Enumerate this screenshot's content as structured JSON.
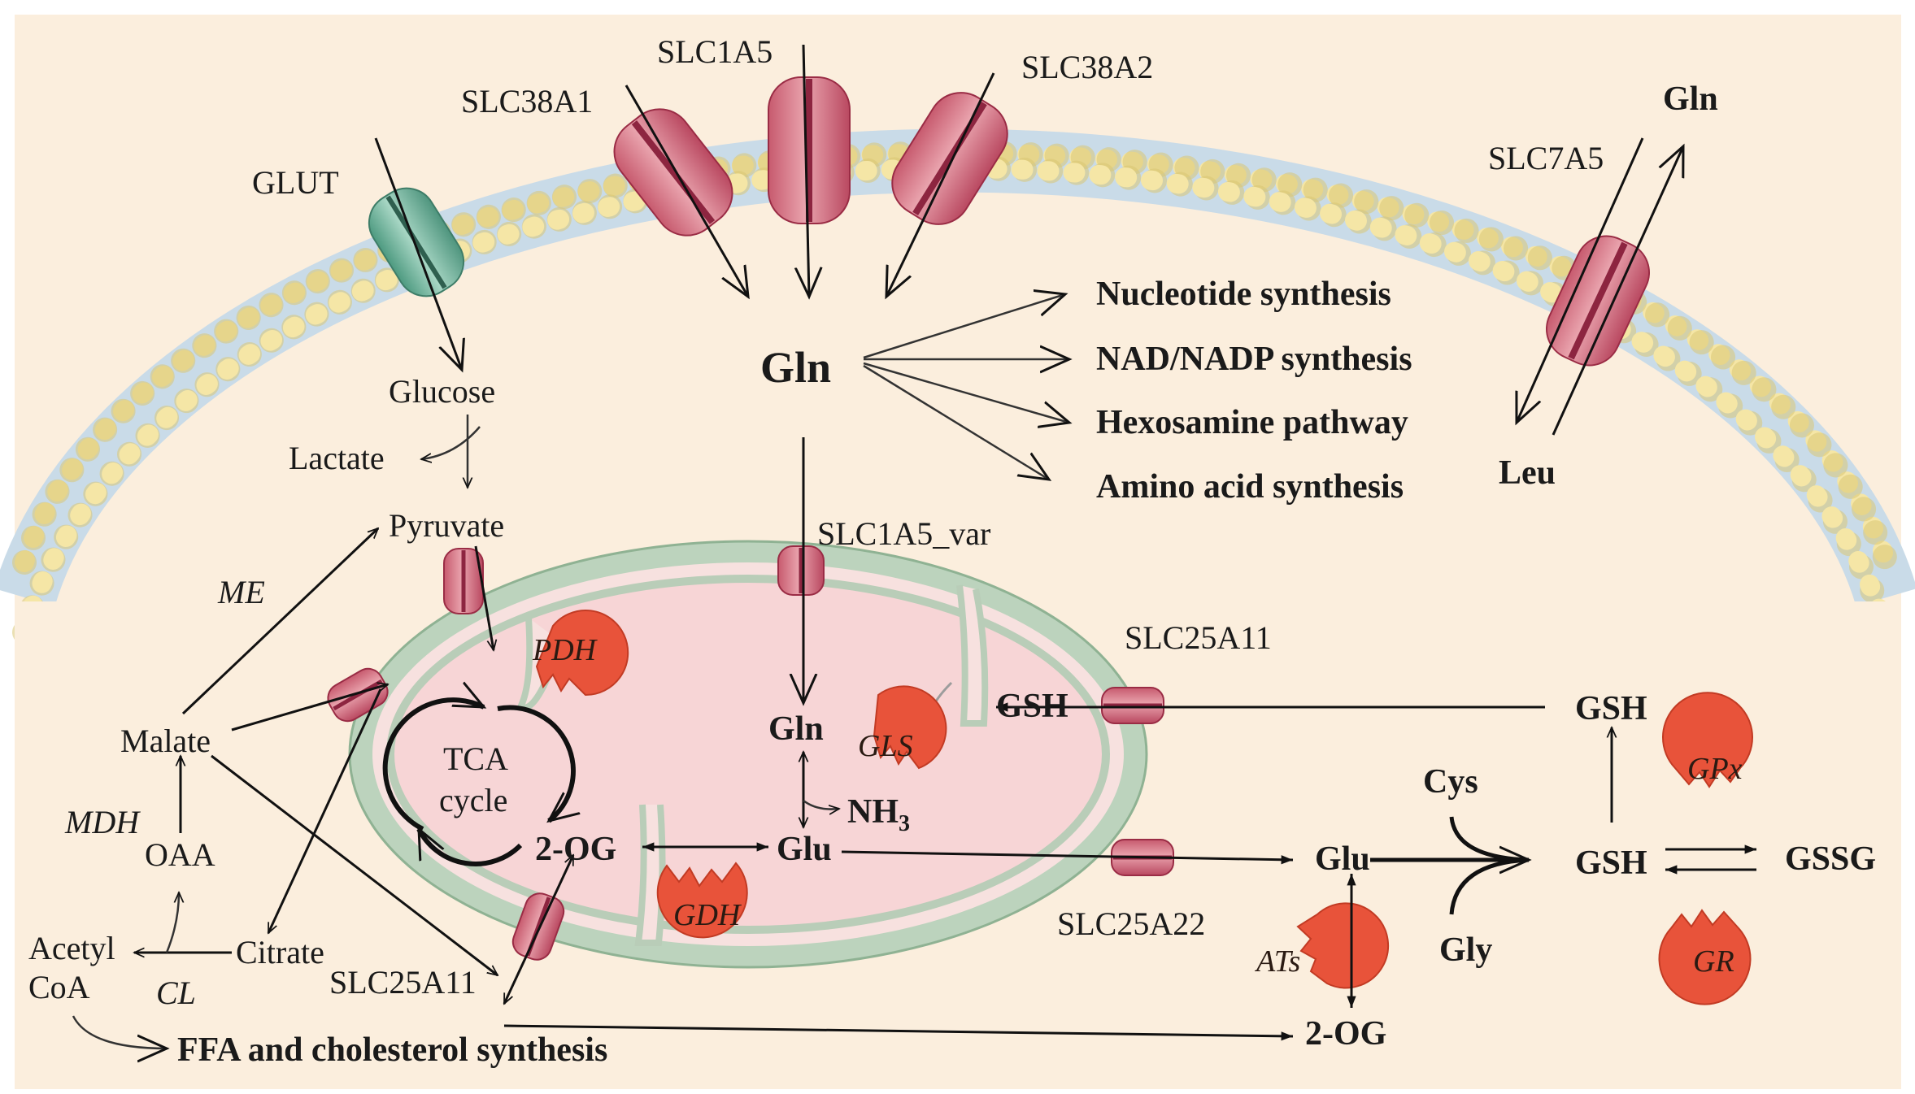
{
  "colors": {
    "background": "#fbeedd",
    "membrane_head": "#f5e6a6",
    "membrane_tail": "#c9dbe8",
    "transporter_pink": "#d9707f",
    "transporter_dark": "#a8304a",
    "glut_green": "#6fb39a",
    "mito_outer": "#bcd3bd",
    "mito_matrix": "#f7d5d6",
    "enzyme_orange": "#e8533a"
  },
  "transporters": {
    "glut": "GLUT",
    "slc38a1": "SLC38A1",
    "slc1a5": "SLC1A5",
    "slc38a2": "SLC38A2",
    "slc7a5": "SLC7A5",
    "slc1a5_var": "SLC1A5_var",
    "slc25a11_top": "SLC25A11",
    "slc25a11_bottom": "SLC25A11",
    "slc25a22": "SLC25A22"
  },
  "metabolites": {
    "gln_center": "Gln",
    "gln_out": "Gln",
    "leu": "Leu",
    "glucose": "Glucose",
    "lactate": "Lactate",
    "pyruvate": "Pyruvate",
    "malate": "Malate",
    "oaa": "OAA",
    "acetyl_coa_1": "Acetyl",
    "acetyl_coa_2": "CoA",
    "citrate": "Citrate",
    "tca_1": "TCA",
    "tca_2": "cycle",
    "two_og_mito": "2-OG",
    "gln_mito": "Gln",
    "nh3": "NH",
    "nh3_sub": "3",
    "glu_mito": "Glu",
    "gsh_mito": "GSH",
    "glu_cyto": "Glu",
    "cys": "Cys",
    "gly": "Gly",
    "gsh_cyto": "GSH",
    "gsh_top": "GSH",
    "gssg": "GSSG",
    "two_og_cyto": "2-OG",
    "ffa": "FFA and cholesterol synthesis"
  },
  "pathways": [
    "Nucleotide synthesis",
    "NAD/NADP synthesis",
    "Hexosamine pathway",
    "Amino acid synthesis"
  ],
  "enzymes": {
    "me": "ME",
    "mdh": "MDH",
    "cl": "CL",
    "pdh": "PDH",
    "gls": "GLS",
    "gdh": "GDH",
    "ats": "ATs",
    "gpx": "GPx",
    "gr": "GR"
  }
}
